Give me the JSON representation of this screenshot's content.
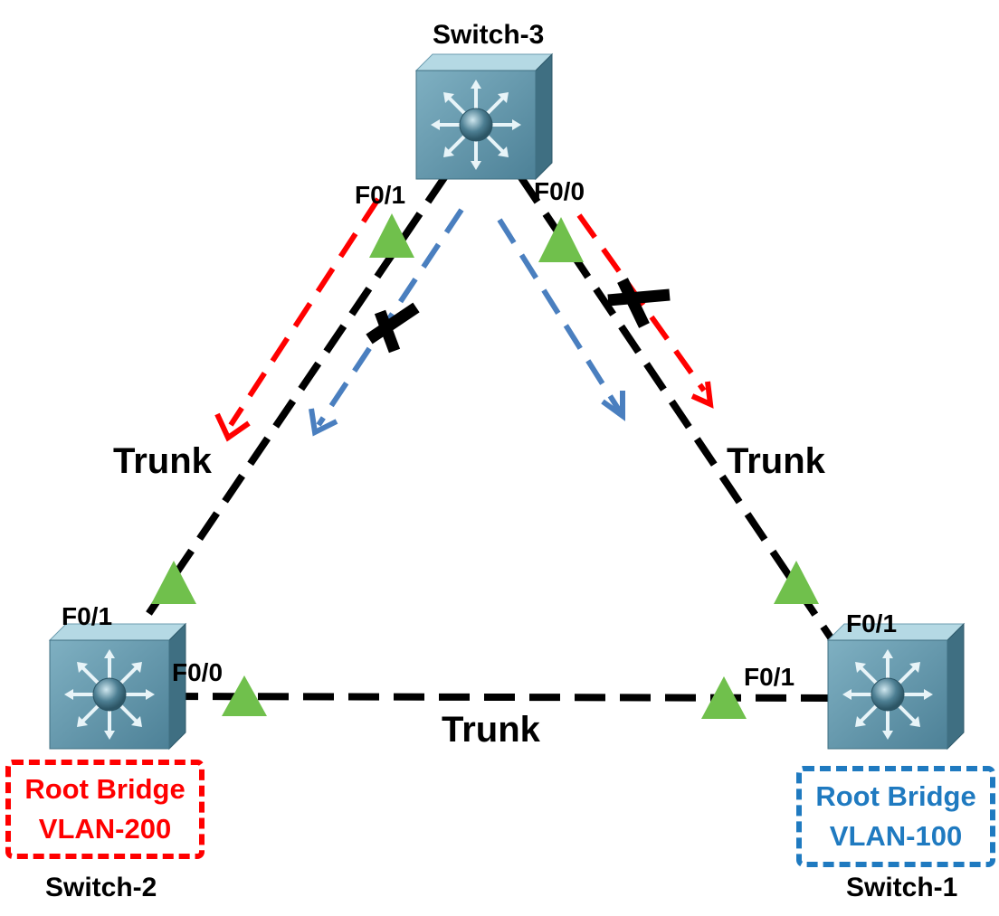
{
  "switches": [
    {
      "id": "switch-3",
      "name": "Switch-3"
    },
    {
      "id": "switch-2",
      "name": "Switch-2"
    },
    {
      "id": "switch-1",
      "name": "Switch-1"
    }
  ],
  "ports": {
    "sw3_left": "F0/1",
    "sw3_right": "F0/0",
    "sw2_top": "F0/1",
    "sw2_right": "F0/0",
    "sw1_top": "F0/1",
    "sw1_left": "F0/1"
  },
  "links": [
    {
      "from": "Switch-3",
      "to": "Switch-2",
      "label": "Trunk"
    },
    {
      "from": "Switch-3",
      "to": "Switch-1",
      "label": "Trunk"
    },
    {
      "from": "Switch-2",
      "to": "Switch-1",
      "label": "Trunk"
    }
  ],
  "root_bridges": {
    "vlan200": {
      "line1": "Root Bridge",
      "line2": "VLAN-200",
      "color": "#ff0000"
    },
    "vlan100": {
      "line1": "Root Bridge",
      "line2": "VLAN-100",
      "color": "#1f7ac0"
    }
  },
  "flows": [
    {
      "vlan": "VLAN-200",
      "color": "#ff0000"
    },
    {
      "vlan": "VLAN-100",
      "color": "#4a7fbf"
    }
  ],
  "colors": {
    "link": "#000000",
    "port_triangle": "#70c04c",
    "switch_front": "#5a8ea3",
    "switch_top": "#a8d0dd",
    "switch_side": "#3f6f82"
  }
}
